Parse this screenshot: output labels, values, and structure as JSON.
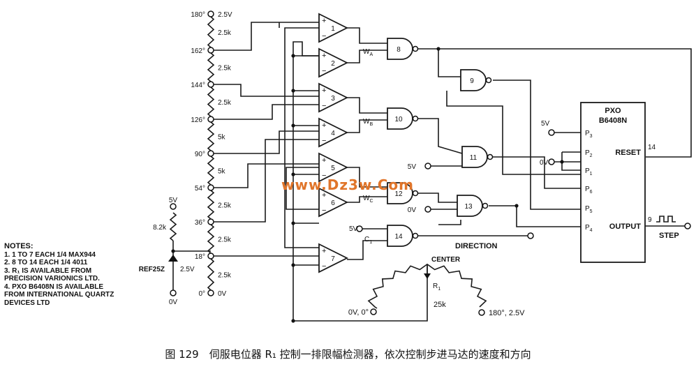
{
  "ladder": {
    "taps": [
      {
        "angle": "180°",
        "volt": "2.5V"
      },
      {
        "angle": "162°"
      },
      {
        "angle": "144°"
      },
      {
        "angle": "126°"
      },
      {
        "angle": "90°"
      },
      {
        "angle": "54°"
      },
      {
        "angle": "36°"
      },
      {
        "angle": "18°"
      },
      {
        "angle": "0°",
        "volt": "0V"
      }
    ],
    "resistors": [
      "2.5k",
      "2.5k",
      "2.5k",
      "5k",
      "5k",
      "2.5k",
      "2.5k",
      "2.5k"
    ]
  },
  "reference": {
    "supply": "5V",
    "resistor": "8.2k",
    "diode": "REF25Z",
    "out": "2.5V",
    "gnd": "0V"
  },
  "comparators": [
    "1",
    "2",
    "3",
    "4",
    "5",
    "6",
    "7"
  ],
  "gates": [
    "8",
    "9",
    "10",
    "11",
    "12",
    "13",
    "14"
  ],
  "signals": {
    "wa": "W",
    "wa_sub": "A",
    "wb": "W",
    "wb_sub": "B",
    "wc": "W",
    "wc_sub": "C",
    "c1": "C",
    "c1_sub": "1"
  },
  "supplies": {
    "v5": "5V",
    "v0": "0V"
  },
  "ic": {
    "title1": "PXO",
    "title2": "B6408N",
    "pins": [
      {
        "p": "P",
        "s": "3"
      },
      {
        "p": "P",
        "s": "2"
      },
      {
        "p": "P",
        "s": "1"
      },
      {
        "p": "P",
        "s": "6"
      },
      {
        "p": "P",
        "s": "5"
      },
      {
        "p": "P",
        "s": "4"
      }
    ],
    "reset": "RESET",
    "reset_pin": "14",
    "output": "OUTPUT",
    "output_pin": "9",
    "step": "STEP"
  },
  "direction": "DIRECTION",
  "pot": {
    "center": "CENTER",
    "name": "R",
    "name_sub": "1",
    "value": "25k",
    "left": "0V, 0°",
    "right": "180°, 2.5V"
  },
  "notes": {
    "title": "NOTES:",
    "lines": [
      "1. 1 TO 7 EACH 1/4 MAX944",
      "2. 8 TO 14 EACH 1/4 4011",
      "3. R₁ IS AVAILABLE FROM",
      "    PRECISION VARIONICS LTD.",
      "4. PXO B6408N IS AVAILABLE",
      "    FROM INTERNATIONAL QUARTZ",
      "    DEVICES LTD"
    ]
  },
  "caption": "图 129　伺服电位器 R₁ 控制一排限幅检测器，依次控制步进马达的速度和方向",
  "watermark": "www.Dz3w.Com"
}
